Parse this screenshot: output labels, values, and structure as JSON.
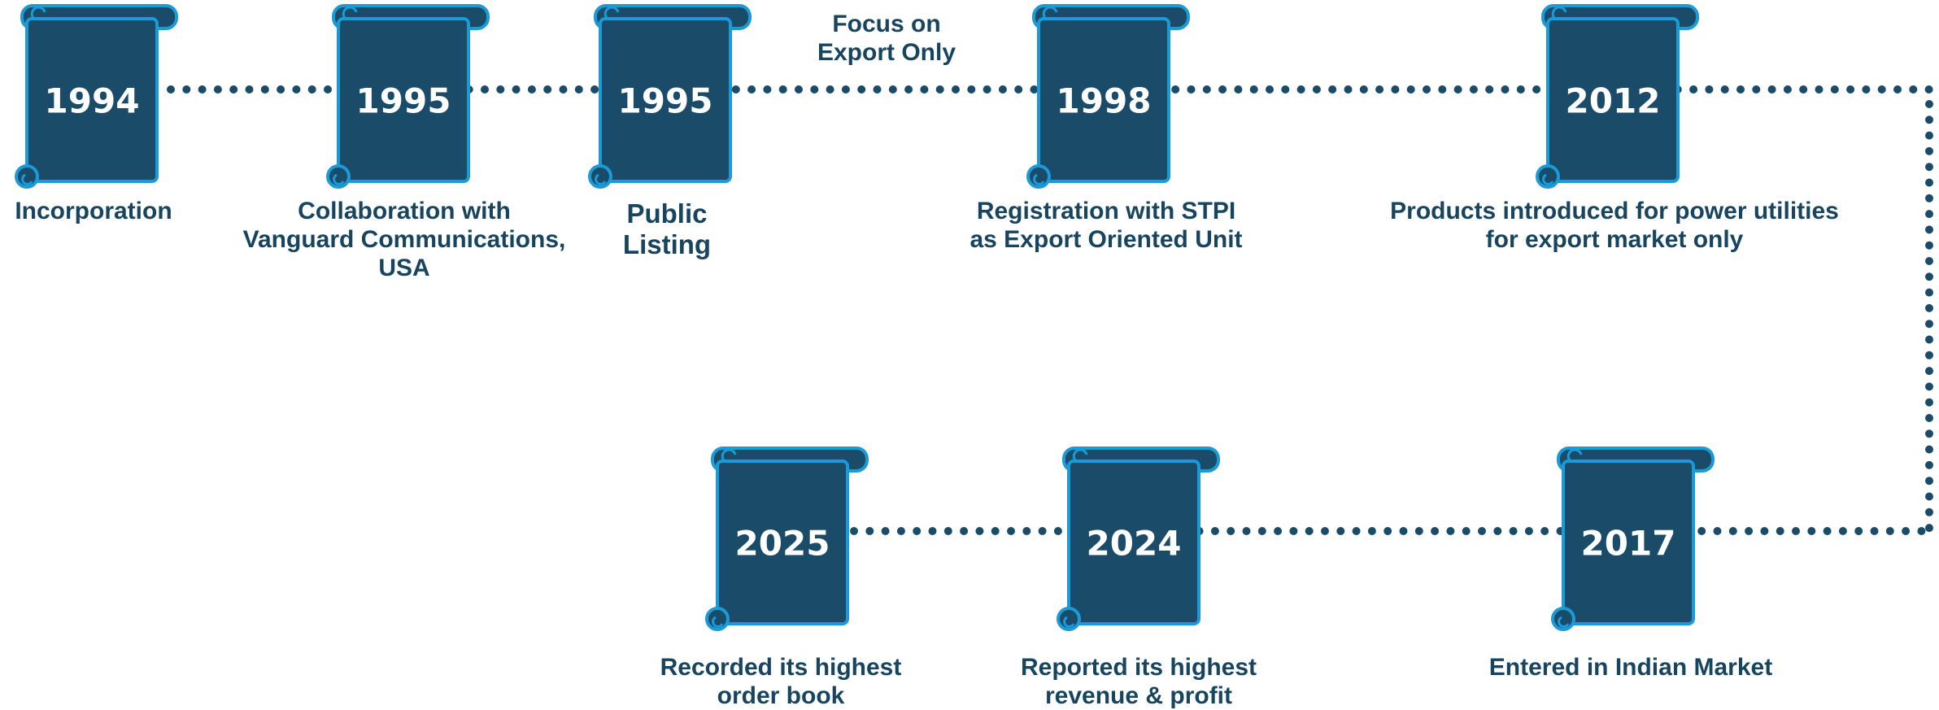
{
  "colors": {
    "scroll_fill": "#1a4b68",
    "scroll_stroke": "#1a9ad6",
    "year_text": "#ffffff",
    "label_text": "#17445f",
    "dots": "#1a4b68"
  },
  "milestones": [
    {
      "year": "1994",
      "label": "Incorporation"
    },
    {
      "year": "1995",
      "label": "Collaboration with\nVanguard Communications,\nUSA"
    },
    {
      "year": "1995",
      "label": "Public\nListing"
    },
    {
      "year": "1998",
      "label": "Registration with STPI\nas Export Oriented Unit"
    },
    {
      "year": "2012",
      "label": "Products introduced for power utilities\nfor export market only"
    },
    {
      "year": "2017",
      "label": "Entered in Indian Market"
    },
    {
      "year": "2024",
      "label": "Reported its highest\nrevenue & profit"
    },
    {
      "year": "2025",
      "label": "Recorded its highest\norder book"
    }
  ],
  "annotation": "Focus on\nExport Only"
}
